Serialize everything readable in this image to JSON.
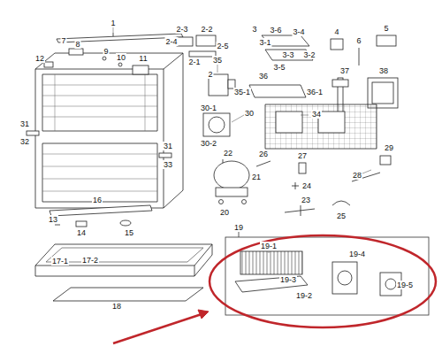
{
  "diagram": {
    "labels": [
      "1",
      "7",
      "8",
      "9",
      "10",
      "11",
      "12",
      "2-3",
      "2-2",
      "2-4",
      "2-1",
      "2-5",
      "2",
      "3",
      "3-6",
      "3-4",
      "3-1",
      "3-2",
      "3-3",
      "3-5",
      "4",
      "6",
      "5",
      "35",
      "35-1",
      "36",
      "36-1",
      "37",
      "38",
      "30-1",
      "30",
      "30-2",
      "34",
      "31",
      "31",
      "32",
      "33",
      "22",
      "21",
      "20",
      "26",
      "27",
      "24",
      "29",
      "28",
      "23",
      "25",
      "16",
      "13",
      "14",
      "15",
      "17-1",
      "17-2",
      "18",
      "19",
      "19-1",
      "19-4",
      "19-5",
      "19-3",
      "19-2"
    ]
  }
}
